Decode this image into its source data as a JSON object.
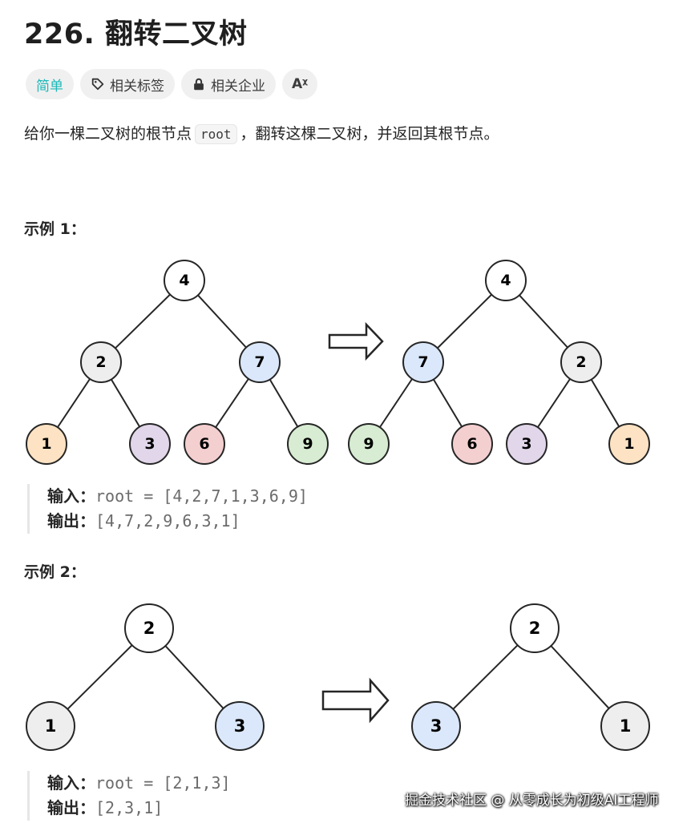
{
  "problem": {
    "title": "226. 翻转二叉树",
    "difficulty": "简单",
    "tag_related": "相关标签",
    "tag_company": "相关企业",
    "lang_icon": "Aᵡ",
    "desc_before": "给你一棵二叉树的根节点",
    "desc_code": "root",
    "desc_after": "，翻转这棵二叉树，并返回其根节点。"
  },
  "colors": {
    "white": "#ffffff",
    "gray": "#eeeeee",
    "blue": "#dbe8fb",
    "orange": "#fde3c3",
    "purple": "#e1d6ea",
    "red": "#f4cfd0",
    "green": "#d7ecd2",
    "stroke": "#262626"
  },
  "examples": [
    {
      "title": "示例 1：",
      "input_label": "输入：",
      "input_value": "root = [4,2,7,1,3,6,9]",
      "output_label": "输出：",
      "output_value": "[4,7,2,9,6,3,1]",
      "before_nodes": [
        "4",
        "2",
        "7",
        "1",
        "3",
        "6",
        "9"
      ],
      "after_nodes": [
        "4",
        "7",
        "2",
        "9",
        "6",
        "3",
        "1"
      ]
    },
    {
      "title": "示例 2：",
      "input_label": "输入：",
      "input_value": "root = [2,1,3]",
      "output_label": "输出：",
      "output_value": "[2,3,1]",
      "before_nodes": [
        "2",
        "1",
        "3"
      ],
      "after_nodes": [
        "2",
        "3",
        "1"
      ]
    }
  ],
  "watermark": "掘金技术社区 @ 从零成长为初级AI工程师"
}
